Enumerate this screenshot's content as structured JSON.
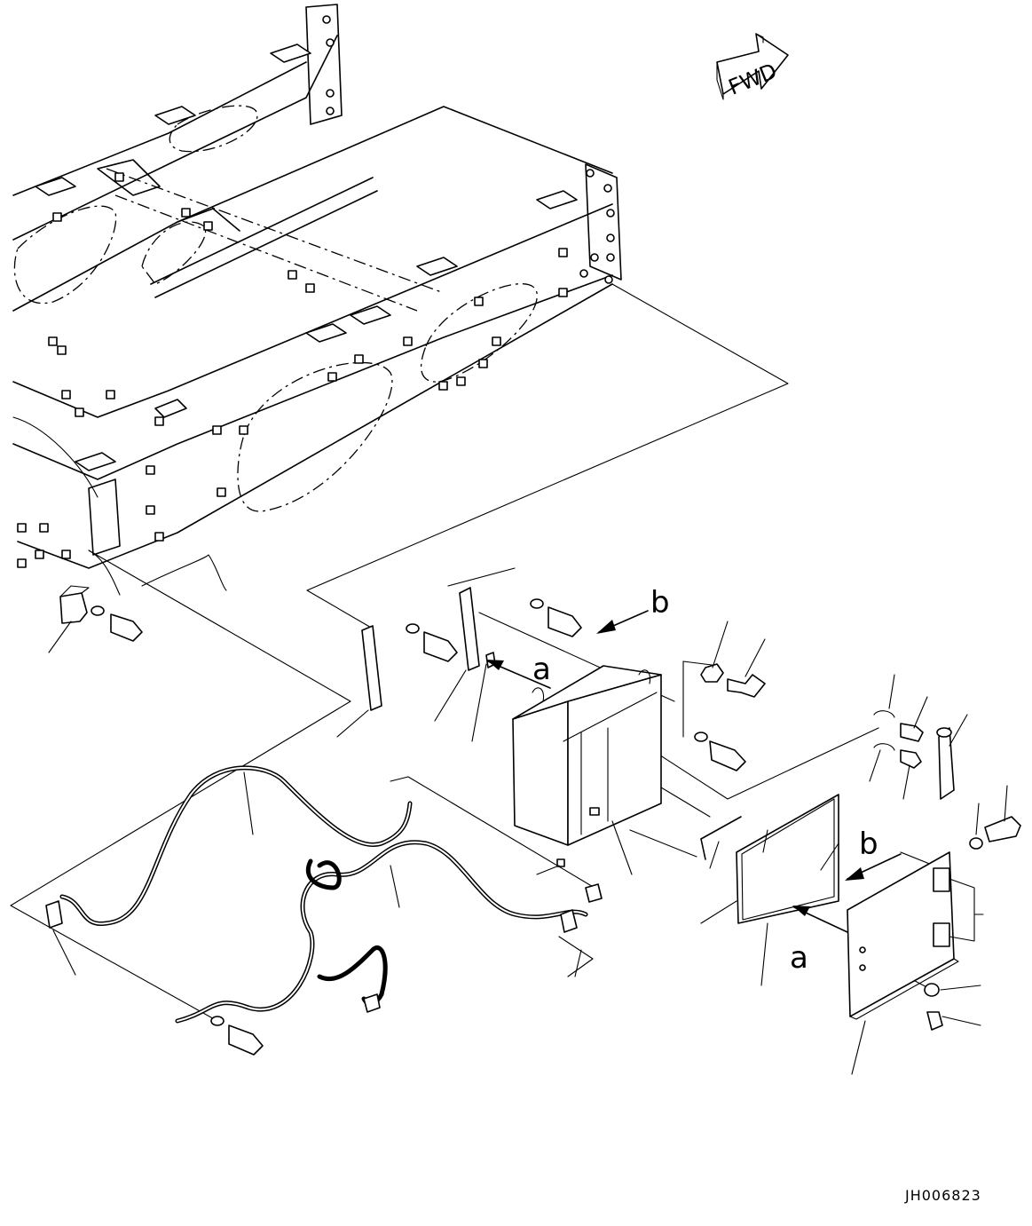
{
  "drawing": {
    "direction_label": "FWD",
    "view_callouts": {
      "a": "a",
      "b": "b"
    },
    "drawing_number": "JH006823"
  },
  "icons": {
    "direction": "fwd-arrow-icon"
  }
}
